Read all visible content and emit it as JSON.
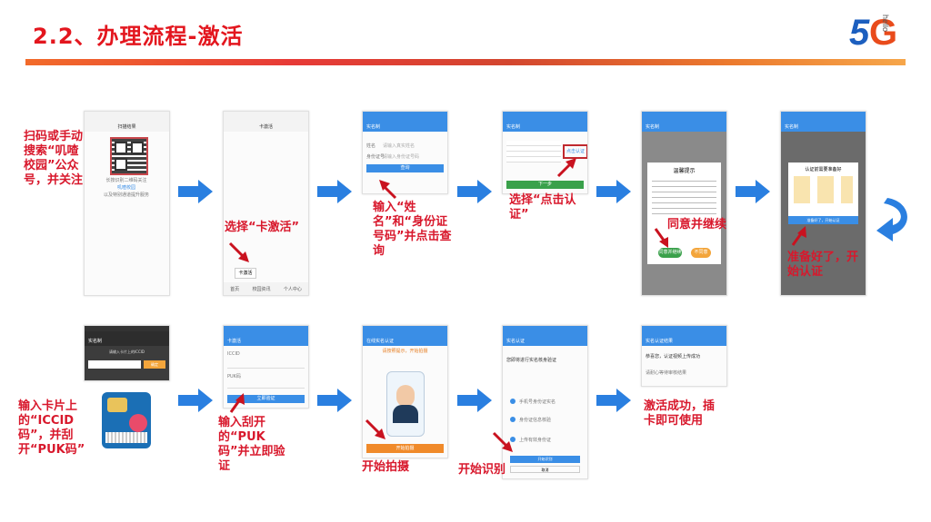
{
  "slide": {
    "title": "2.2、办理流程-激活",
    "logo_text": "5G",
    "logo_sub": "hello"
  },
  "colors": {
    "accent_red": "#e3161e",
    "app_blue": "#3a8ee6",
    "arrow_blue": "#2a7fe0"
  },
  "steps": {
    "s1": {
      "note": "扫码或手动搜索“叽喳校园”公众号，并关注"
    },
    "s2": {
      "note": "选择“卡激活”"
    },
    "s3": {
      "note": "输入“姓名”和“身份证号码”并点击查询"
    },
    "s4": {
      "note": "选择“点击认证”"
    },
    "s5": {
      "note": "同意并继续"
    },
    "s6": {
      "note": "准备好了，开始认证"
    },
    "s7": {
      "note": "输入卡片上的“ICCID码”，并刮开“PUK码”"
    },
    "s8": {
      "note": "输入刮开的“PUK码”并立即验证"
    },
    "s9": {
      "note": "开始拍摄"
    },
    "s10": {
      "note": "开始识别"
    },
    "s11": {
      "note": "激活成功，插卡即可使用"
    }
  },
  "phones": {
    "p1": {
      "header": "扫描结果",
      "line1": "长按识别二维码关注",
      "line2": "叽喳校园",
      "line3": "以及特别通道提升服务"
    },
    "p2": {
      "header": "卡激活",
      "btn": "卡激活",
      "nav": [
        "首页",
        "校园资讯",
        "个人中心"
      ]
    },
    "p3": {
      "header": "实名制",
      "name_label": "姓名",
      "name_ph": "请输入真实姓名",
      "id_label": "身份证号",
      "id_ph": "请输入身份证号码",
      "btn": "查询"
    },
    "p4": {
      "header": "实名制",
      "link": "点击认证",
      "btn": "下一步"
    },
    "p5": {
      "header": "实名制",
      "dlg_title": "温馨提示",
      "agree": "同意并继续",
      "cancel": "不同意"
    },
    "p6": {
      "header": "实名制",
      "dlg_title": "认证前需要准备好",
      "btn": "准备好了，开始认证"
    },
    "p7": {
      "header": "实名制",
      "iccid_label": "请输入卡片上的ICCID",
      "btn": "确定"
    },
    "p8": {
      "header": "卡激活",
      "iccid": "ICCID",
      "puk": "PUK码",
      "btn": "立即验证"
    },
    "p9": {
      "header": "在线实名认证",
      "tip": "请按照提示，开始拍摄",
      "btn": "开始拍摄"
    },
    "p10": {
      "header": "实名认证",
      "title": "您即将进行实名核身验证",
      "opt1": "手机号身份证实名",
      "opt2": "身份证信息核验",
      "opt3": "上传有效身份证",
      "btn": "开始识别",
      "btn2": "取消"
    },
    "p11": {
      "header": "实名认证结果",
      "title": "恭喜您，认证视频上传成功",
      "desc": "请耐心等待审核结果"
    }
  }
}
